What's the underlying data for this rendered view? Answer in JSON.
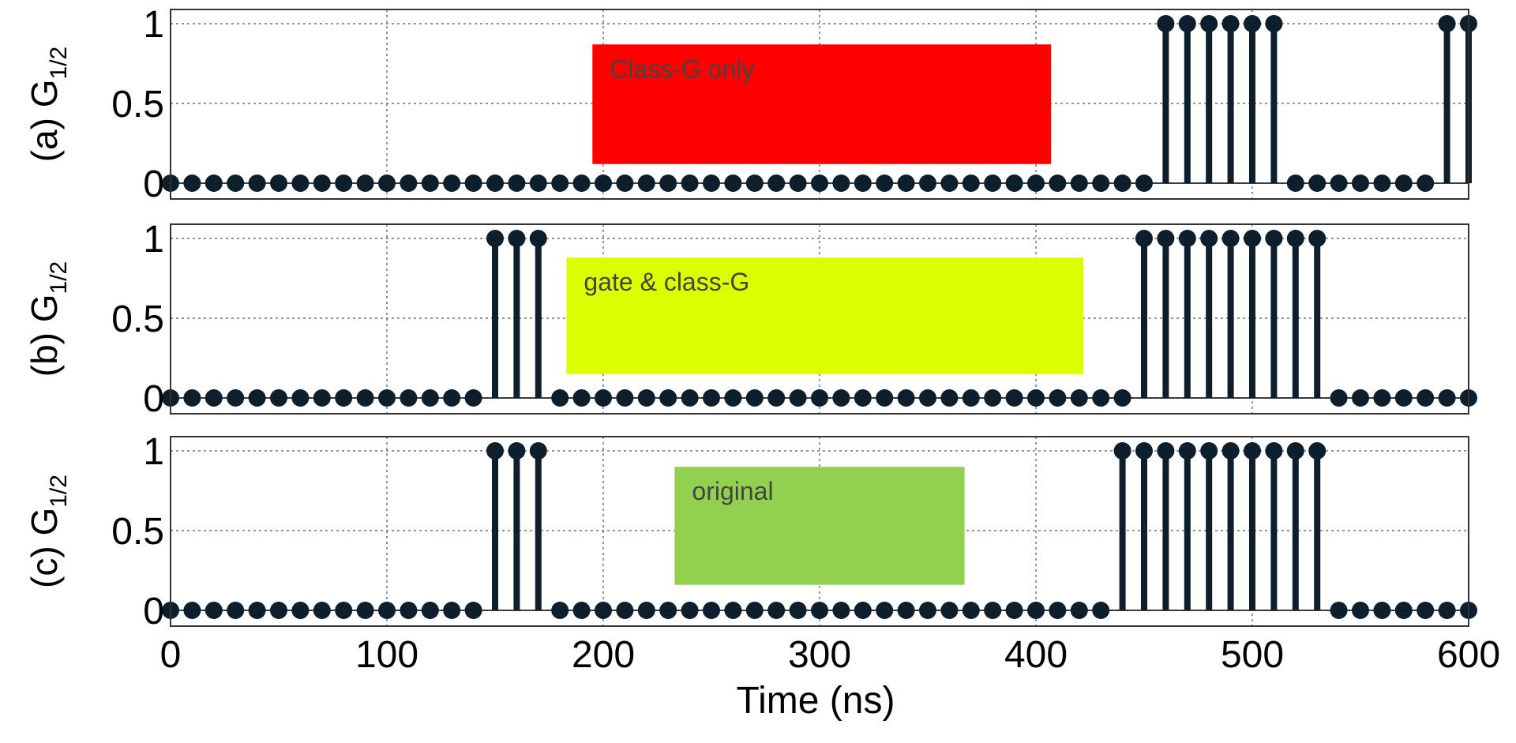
{
  "chart_data": {
    "type": "stem",
    "x": [
      0,
      10,
      20,
      30,
      40,
      50,
      60,
      70,
      80,
      90,
      100,
      110,
      120,
      130,
      140,
      150,
      160,
      170,
      180,
      190,
      200,
      210,
      220,
      230,
      240,
      250,
      260,
      270,
      280,
      290,
      300,
      310,
      320,
      330,
      340,
      350,
      360,
      370,
      380,
      390,
      400,
      410,
      420,
      430,
      440,
      450,
      460,
      470,
      480,
      490,
      500,
      510,
      520,
      530,
      540,
      550,
      560,
      570,
      580,
      590,
      600
    ],
    "xlabel": "Time (ns)",
    "xlim": [
      0,
      600
    ],
    "xticks": [
      "0",
      "100",
      "200",
      "300",
      "400",
      "500",
      "600"
    ],
    "ylim": [
      0,
      1
    ],
    "yticks": [
      "0",
      "0.5",
      "1"
    ],
    "grid": true,
    "colors": {
      "stem": "#0d1f2d",
      "grid": "#555555",
      "axes": "#333333"
    },
    "panels": [
      {
        "ylabel_prefix": "(a) G",
        "ylabel_sub": "1/2",
        "annotation": {
          "text": "Class-G only",
          "color": "#ff0000",
          "x_range": [
            195,
            407
          ],
          "y_range": [
            0.12,
            0.87
          ]
        },
        "values": [
          0,
          0,
          0,
          0,
          0,
          0,
          0,
          0,
          0,
          0,
          0,
          0,
          0,
          0,
          0,
          0,
          0,
          0,
          0,
          0,
          0,
          0,
          0,
          0,
          0,
          0,
          0,
          0,
          0,
          0,
          0,
          0,
          0,
          0,
          0,
          0,
          0,
          0,
          0,
          0,
          0,
          0,
          0,
          0,
          0,
          0,
          1,
          1,
          1,
          1,
          1,
          1,
          0,
          0,
          0,
          0,
          0,
          0,
          0,
          1,
          1
        ]
      },
      {
        "ylabel_prefix": "(b) G",
        "ylabel_sub": "1/2",
        "annotation": {
          "text": "gate & class-G",
          "color": "#dcff00",
          "x_range": [
            183,
            422
          ],
          "y_range": [
            0.15,
            0.88
          ]
        },
        "values": [
          0,
          0,
          0,
          0,
          0,
          0,
          0,
          0,
          0,
          0,
          0,
          0,
          0,
          0,
          0,
          1,
          1,
          1,
          0,
          0,
          0,
          0,
          0,
          0,
          0,
          0,
          0,
          0,
          0,
          0,
          0,
          0,
          0,
          0,
          0,
          0,
          0,
          0,
          0,
          0,
          0,
          0,
          0,
          0,
          0,
          1,
          1,
          1,
          1,
          1,
          1,
          1,
          1,
          1,
          0,
          0,
          0,
          0,
          0,
          0,
          0
        ]
      },
      {
        "ylabel_prefix": "(c) G",
        "ylabel_sub": "1/2",
        "annotation": {
          "text": "original",
          "color": "#92d050",
          "x_range": [
            233,
            367
          ],
          "y_range": [
            0.16,
            0.9
          ]
        },
        "values": [
          0,
          0,
          0,
          0,
          0,
          0,
          0,
          0,
          0,
          0,
          0,
          0,
          0,
          0,
          0,
          1,
          1,
          1,
          0,
          0,
          0,
          0,
          0,
          0,
          0,
          0,
          0,
          0,
          0,
          0,
          0,
          0,
          0,
          0,
          0,
          0,
          0,
          0,
          0,
          0,
          0,
          0,
          0,
          0,
          1,
          1,
          1,
          1,
          1,
          1,
          1,
          1,
          1,
          1,
          0,
          0,
          0,
          0,
          0,
          0,
          0
        ]
      }
    ]
  }
}
